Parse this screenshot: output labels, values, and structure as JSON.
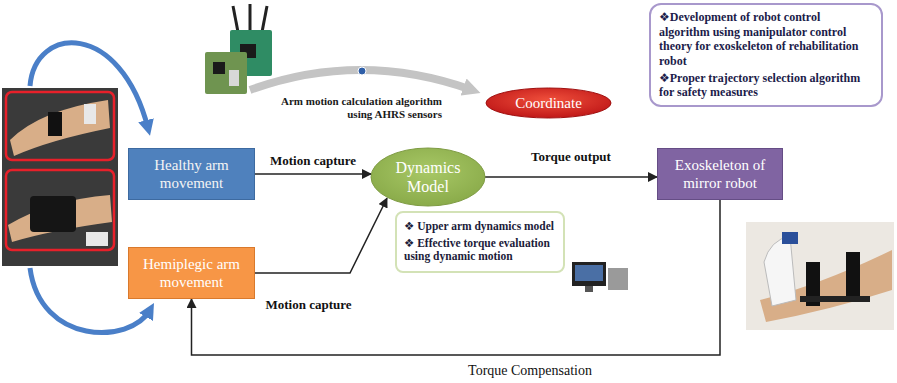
{
  "diagram": {
    "nodes": [
      {
        "text": [
          "❖Development of robot control algorithm using manipulator control theory for exoskeleton of rehabilitation robot",
          "❖Proper trajectory selection algorithm for safety measures"
        ]
      },
      {
        "text": [
          "Coordinate"
        ]
      },
      {
        "text": [
          "Healthy arm movement"
        ]
      },
      {
        "text": [
          "Dynamics Model"
        ]
      },
      {
        "text": [
          "Exoskeleton of mirror robot"
        ]
      },
      {
        "text": [
          "❖ Upper arm dynamics model",
          "❖ Effective torque evaluation using dynamic motion"
        ]
      },
      {
        "text": [
          "Hemiplegic arm movement"
        ]
      }
    ],
    "edges": [
      {
        "from": 2,
        "to": 3,
        "label": "Motion capture",
        "arrow": "to"
      },
      {
        "from": 6,
        "to": 3,
        "label": "Motion capture",
        "arrow": "to"
      },
      {
        "from": 3,
        "to": 4,
        "label": "Torque output",
        "arrow": "to"
      },
      {
        "from": 4,
        "to": 6,
        "label": "Torque Compensation",
        "arrow": "to"
      }
    ],
    "labels": [
      "Arm motion calculation algorithm using AHRS sensors"
    ]
  }
}
